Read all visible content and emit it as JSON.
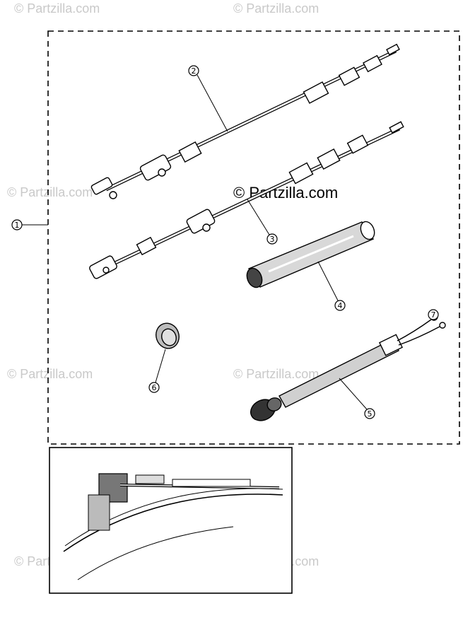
{
  "watermark": {
    "text": "© Partzilla.com",
    "center_text": "© Partzilla.com",
    "color": "#c9c9c9"
  },
  "callouts": {
    "c1": "1",
    "c2": "2",
    "c3": "3",
    "c4": "4",
    "c5": "5",
    "c6": "6",
    "c7": "7"
  },
  "icons": {
    "throttle_cable": "cable-icon",
    "shift_cable": "cable-icon",
    "tube": "tube-icon",
    "grommet": "grommet-icon",
    "wire_lead": "wire-harness-icon",
    "installation_detail": "installation-view-icon"
  }
}
